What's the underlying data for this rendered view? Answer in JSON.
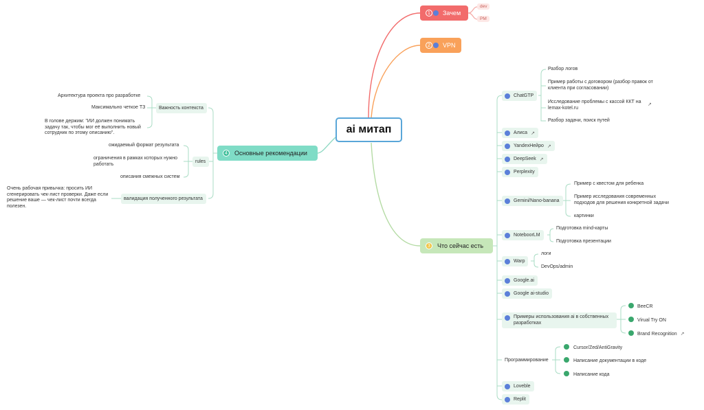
{
  "root": {
    "title": "ai митап"
  },
  "branches": {
    "why": {
      "number": "1",
      "label": "Зачем",
      "color": "#f26b6b",
      "children": [
        "dev",
        "PM"
      ]
    },
    "vpn": {
      "number": "2",
      "label": "VPN",
      "color": "#f9a15a"
    },
    "recommendations": {
      "number": "4",
      "label": "Основные рекомендации",
      "color": "#7fdcc6",
      "context": {
        "label": "Важность контекста",
        "items": [
          "Архитектура проекта про разработке",
          "Максимально четкое ТЗ",
          "В голове держим: \"ИИ должен понимать задачу так, чтобы мог её выполнить новый сотрудник по этому описанию\"."
        ]
      },
      "rules": {
        "label": "rules",
        "items": [
          "ожидаемый формат результата",
          "ограничения в рамках которых нужно работать",
          "описания смежных систем"
        ]
      },
      "validation": {
        "label": "валидация полученного результата",
        "note": "Очень рабочая привычка: просить ИИ сгенерировать чек-лист проверки. Даже если решение ваше — чек-лист почти всегда полезен."
      }
    },
    "now": {
      "number": "3",
      "label": "Что сейчас есть",
      "color": "#c6e7b9",
      "chatgpt": {
        "label": "ChatGTP",
        "items": [
          "Разбор логов",
          "Пример работы с договором (разбор правок от клиента при согласовании)",
          "Исследование проблемы с кассой ККТ на lemax-kotel.ru",
          "Разбор задачи, поиск путей"
        ]
      },
      "alisa": "Алиса",
      "yandex": "YandexНейро",
      "deepseek": "DeepSeek",
      "perplexity": "Perplexity",
      "gemini": {
        "label": "Gemini/Nano-banana",
        "items": [
          "Пример с квестом для ребенка",
          "Пример исследования современных подходов для решения конкретной задачи",
          "картинки"
        ]
      },
      "notebook": {
        "label": "NoteboorLM",
        "items": [
          "Подготовка mind-карты",
          "Подготовка презентации"
        ]
      },
      "warp": {
        "label": "Warp",
        "items": [
          "логи",
          "DevOps/admin"
        ]
      },
      "googleai": "Google.ai",
      "aistudio": "Google ai-studio",
      "examples": {
        "label": "Примеры использования ai в собственных разработках",
        "items": [
          "BeeCR",
          "Virual Try ON",
          "Brand Recognition"
        ]
      },
      "programming": {
        "label": "Программирование",
        "items": [
          "Cursor/Zed/AntiGravity",
          "Написание документации в коде",
          "Написание кода"
        ]
      },
      "loveble": "Loveble",
      "replit": "Replit"
    }
  },
  "icons": {
    "external": "↗",
    "avatar": "user-avatar"
  }
}
